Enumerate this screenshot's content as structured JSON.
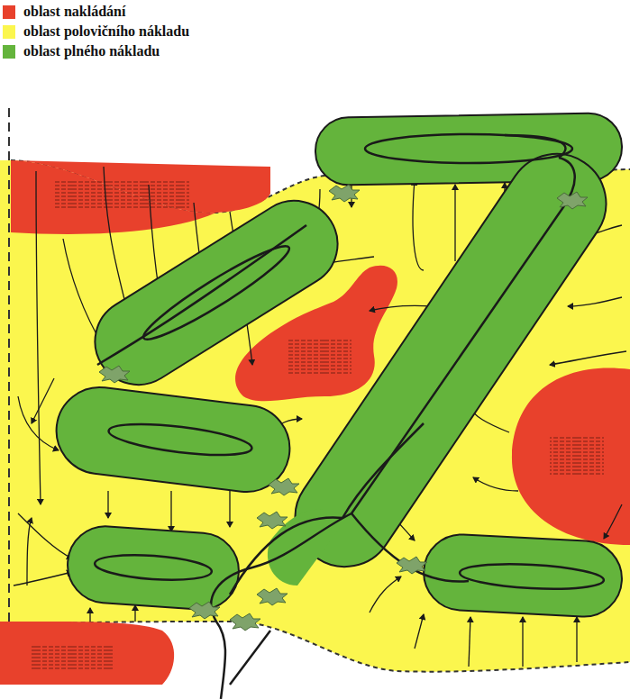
{
  "diagram": {
    "legend": [
      {
        "text": "oblast nakládání",
        "color": "#e8412c"
      },
      {
        "text": "oblast polovičního nákladu",
        "color": "#fbf64e"
      },
      {
        "text": "oblast plného nákladu",
        "color": "#64b43c"
      }
    ]
  }
}
